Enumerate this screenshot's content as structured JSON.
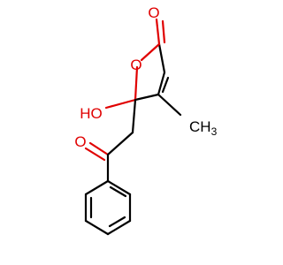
{
  "molecule": {
    "atoms": {
      "carbonyl_o_top": "O",
      "ring_o": "O",
      "hydroxyl": "HO",
      "ketone_o": "O",
      "methyl_c": "CH",
      "methyl_h_count": "3"
    }
  },
  "colors": {
    "bond": "#000000",
    "oxygen": "#e00000",
    "carbon_label": "#000000"
  }
}
